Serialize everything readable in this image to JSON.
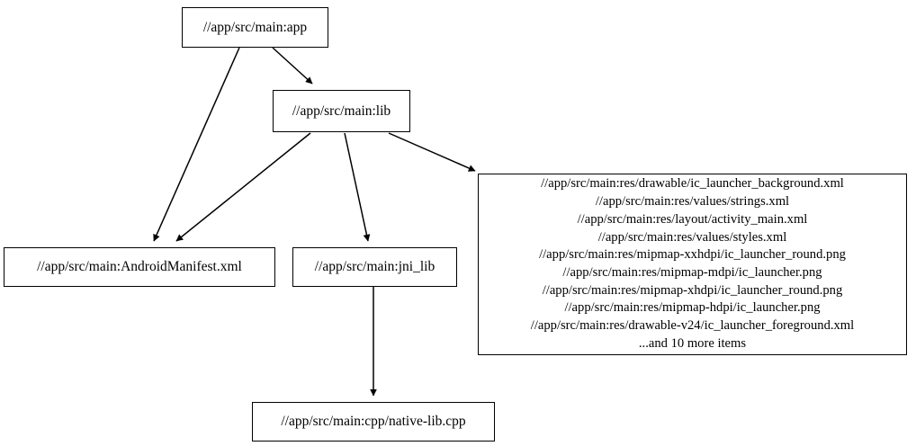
{
  "graph": {
    "type": "directed-dependency-graph",
    "background_color": "#ffffff",
    "line_color": "#000000",
    "text_color": "#000000",
    "nodes": [
      {
        "id": "app",
        "label": "//app/src/main:app"
      },
      {
        "id": "lib",
        "label": "//app/src/main:lib"
      },
      {
        "id": "manifest",
        "label": "//app/src/main:AndroidManifest.xml"
      },
      {
        "id": "jni_lib",
        "label": "//app/src/main:jni_lib"
      },
      {
        "id": "res_group",
        "label": "//app/src/main:res/drawable/ic_launcher_background.xml\n//app/src/main:res/values/strings.xml\n//app/src/main:res/layout/activity_main.xml\n//app/src/main:res/values/styles.xml\n//app/src/main:res/mipmap-xxhdpi/ic_launcher_round.png\n//app/src/main:res/mipmap-mdpi/ic_launcher.png\n//app/src/main:res/mipmap-xhdpi/ic_launcher_round.png\n//app/src/main:res/mipmap-hdpi/ic_launcher.png\n//app/src/main:res/drawable-v24/ic_launcher_foreground.xml\n...and 10 more items",
        "lines": [
          "//app/src/main:res/drawable/ic_launcher_background.xml",
          "//app/src/main:res/values/strings.xml",
          "//app/src/main:res/layout/activity_main.xml",
          "//app/src/main:res/values/styles.xml",
          "//app/src/main:res/mipmap-xxhdpi/ic_launcher_round.png",
          "//app/src/main:res/mipmap-mdpi/ic_launcher.png",
          "//app/src/main:res/mipmap-xhdpi/ic_launcher_round.png",
          "//app/src/main:res/mipmap-hdpi/ic_launcher.png",
          "//app/src/main:res/drawable-v24/ic_launcher_foreground.xml",
          "...and 10 more items"
        ]
      },
      {
        "id": "native_lib",
        "label": "//app/src/main:cpp/native-lib.cpp"
      }
    ],
    "edges": [
      {
        "from": "app",
        "to": "manifest"
      },
      {
        "from": "app",
        "to": "lib"
      },
      {
        "from": "lib",
        "to": "manifest"
      },
      {
        "from": "lib",
        "to": "jni_lib"
      },
      {
        "from": "lib",
        "to": "res_group"
      },
      {
        "from": "jni_lib",
        "to": "native_lib"
      }
    ]
  }
}
